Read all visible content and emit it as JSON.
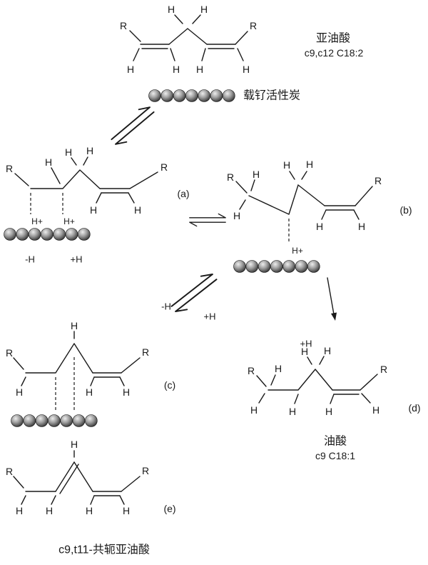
{
  "diagram": {
    "compounds": {
      "linoleic_name": "亚油酸",
      "linoleic_formula": "c9,c12 C18:2",
      "catalyst_label": "载钌活性炭",
      "oleic_name": "油酸",
      "oleic_formula": "c9 C18:1",
      "cla_caption": "c9,t11-共轭亚油酸"
    },
    "steps": {
      "a": "(a)",
      "b": "(b)",
      "c": "(c)",
      "d": "(d)",
      "e": "(e)"
    },
    "annotations": {
      "minus_h": "-H",
      "plus_h": "+H",
      "h_plus": "H+"
    },
    "atoms": {
      "h": "H",
      "r": "R"
    },
    "colors": {
      "line": "#1a1a1a",
      "background": "#ffffff",
      "sphere_light": "#ededed",
      "sphere_mid": "#9a9a9a",
      "sphere_dark": "#1c1c1c"
    }
  }
}
